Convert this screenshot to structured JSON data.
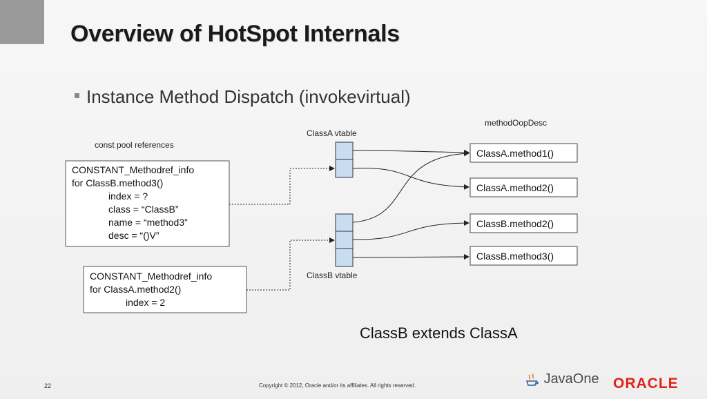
{
  "slide": {
    "title": "Overview of HotSpot Internals",
    "bullet": "Instance Method Dispatch (invokevirtual)",
    "caption": "ClassB extends ClassA",
    "page_number": "22",
    "copyright": "Copyright © 2012, Oracle and/or its affiliates. All rights reserved.",
    "javaone_logo": "JavaOne",
    "oracle_logo": "ORACLE"
  },
  "diagram": {
    "const_pool_label": "const pool references",
    "methodref_b": {
      "line1": "CONSTANT_Methodref_info",
      "line2": "for ClassB.method3()",
      "line3": "index = ?",
      "line4": "class = “ClassB”",
      "line5": "name = “method3”",
      "line6": "desc = “()V”"
    },
    "methodref_a": {
      "line1": "CONSTANT_Methodref_info",
      "line2": "for ClassA.method2()",
      "line3": "index = 2"
    },
    "classa_vtable_label": "ClassA vtable",
    "classb_vtable_label": "ClassB vtable",
    "methodoop_label": "methodOopDesc",
    "methods": [
      "ClassA.method1()",
      "ClassA.method2()",
      "ClassB.method2()",
      "ClassB.method3()"
    ]
  },
  "colors": {
    "vtable_fill": "#c9ddf0",
    "oracle_red": "#e2231a"
  }
}
